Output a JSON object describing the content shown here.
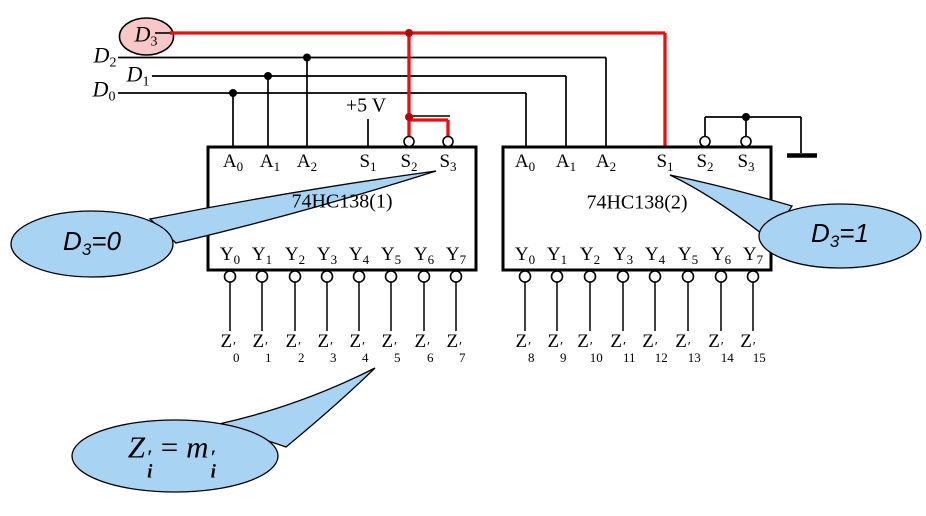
{
  "signals": {
    "d3": {
      "base": "D",
      "sub": "3"
    },
    "d2": {
      "base": "D",
      "sub": "2"
    },
    "d1": {
      "base": "D",
      "sub": "1"
    },
    "d0": {
      "base": "D",
      "sub": "0"
    }
  },
  "power_label": "+5 V",
  "chips": [
    {
      "name": "74HC138(1)",
      "top_pins": [
        {
          "base": "A",
          "sub": "0"
        },
        {
          "base": "A",
          "sub": "1"
        },
        {
          "base": "A",
          "sub": "2"
        },
        {
          "base": "S",
          "sub": "1"
        },
        {
          "base": "S",
          "sub": "2"
        },
        {
          "base": "S",
          "sub": "3"
        }
      ],
      "bottom_pins": [
        {
          "base": "Y",
          "sub": "0"
        },
        {
          "base": "Y",
          "sub": "1"
        },
        {
          "base": "Y",
          "sub": "2"
        },
        {
          "base": "Y",
          "sub": "3"
        },
        {
          "base": "Y",
          "sub": "4"
        },
        {
          "base": "Y",
          "sub": "5"
        },
        {
          "base": "Y",
          "sub": "6"
        },
        {
          "base": "Y",
          "sub": "7"
        }
      ],
      "outputs": [
        {
          "base": "Z",
          "sup": "′",
          "sub": "0"
        },
        {
          "base": "Z",
          "sup": "′",
          "sub": "1"
        },
        {
          "base": "Z",
          "sup": "′",
          "sub": "2"
        },
        {
          "base": "Z",
          "sup": "′",
          "sub": "3"
        },
        {
          "base": "Z",
          "sup": "′",
          "sub": "4"
        },
        {
          "base": "Z",
          "sup": "′",
          "sub": "5"
        },
        {
          "base": "Z",
          "sup": "′",
          "sub": "6"
        },
        {
          "base": "Z",
          "sup": "′",
          "sub": "7"
        }
      ]
    },
    {
      "name": "74HC138(2)",
      "top_pins": [
        {
          "base": "A",
          "sub": "0"
        },
        {
          "base": "A",
          "sub": "1"
        },
        {
          "base": "A",
          "sub": "2"
        },
        {
          "base": "S",
          "sub": "1"
        },
        {
          "base": "S",
          "sub": "2"
        },
        {
          "base": "S",
          "sub": "3"
        }
      ],
      "bottom_pins": [
        {
          "base": "Y",
          "sub": "0"
        },
        {
          "base": "Y",
          "sub": "1"
        },
        {
          "base": "Y",
          "sub": "2"
        },
        {
          "base": "Y",
          "sub": "3"
        },
        {
          "base": "Y",
          "sub": "4"
        },
        {
          "base": "Y",
          "sub": "5"
        },
        {
          "base": "Y",
          "sub": "6"
        },
        {
          "base": "Y",
          "sub": "7"
        }
      ],
      "outputs": [
        {
          "base": "Z",
          "sup": "′",
          "sub": "8"
        },
        {
          "base": "Z",
          "sup": "′",
          "sub": "9"
        },
        {
          "base": "Z",
          "sup": "′",
          "sub": "10"
        },
        {
          "base": "Z",
          "sup": "′",
          "sub": "11"
        },
        {
          "base": "Z",
          "sup": "′",
          "sub": "12"
        },
        {
          "base": "Z",
          "sup": "′",
          "sub": "13"
        },
        {
          "base": "Z",
          "sup": "′",
          "sub": "14"
        },
        {
          "base": "Z",
          "sup": "′",
          "sub": "15"
        }
      ]
    }
  ],
  "callouts": {
    "left": {
      "base": "D",
      "sub": "3",
      "rest": "=0"
    },
    "right": {
      "base": "D",
      "sub": "3",
      "rest": "=1"
    },
    "formula": {
      "lhs": {
        "base": "Z",
        "sup": "′",
        "sub": "i"
      },
      "eq": "=",
      "rhs": {
        "base": "m",
        "sup": "′",
        "sub": "i"
      }
    }
  },
  "colors": {
    "wire_black": "#000000",
    "highlight_red": "#ee0c0c",
    "bubble_blue": "#a8d3f3",
    "source_pink": "#f8c8c8"
  }
}
